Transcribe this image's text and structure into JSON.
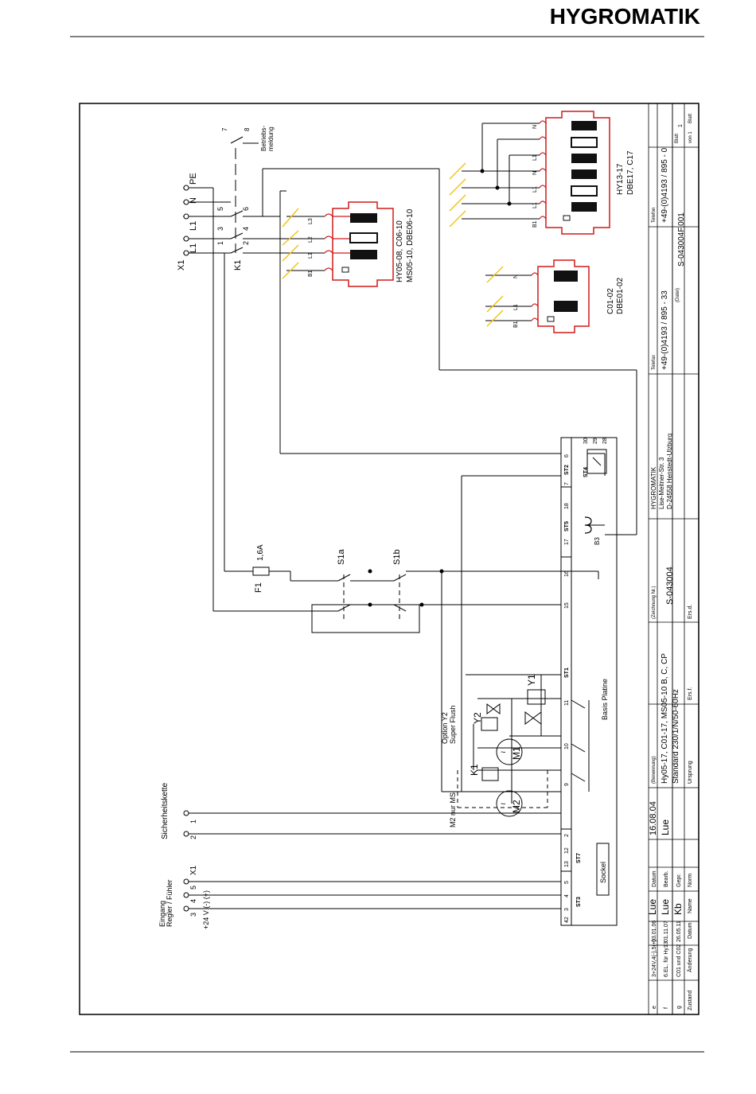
{
  "header": {
    "logo_text": "HYGROMATIK"
  },
  "colors": {
    "logo_green": "#5ba33b",
    "module_red": "#d11a1a",
    "line": "#000000",
    "hatch": "#f2c418"
  },
  "terminals": {
    "x1_label": "X1",
    "pe": "PE",
    "n": "N",
    "l1a": "L1",
    "l1b": "L1",
    "k1_label": "K1",
    "k1_nums": [
      "1",
      "2",
      "3",
      "4",
      "5",
      "6"
    ],
    "relay_nums": [
      "7",
      "8"
    ],
    "betrieb": [
      "Betriebs-",
      "meldung"
    ]
  },
  "modules": {
    "hy05": {
      "labels": [
        "HY05-08, C06-10",
        "MS05-10, DBE06-10"
      ],
      "pins": [
        "B1",
        "L1",
        "L2",
        "L3"
      ]
    },
    "c01": {
      "labels": [
        "C01-02",
        "DBE01-02"
      ],
      "pins": [
        "B1",
        "L1",
        "N"
      ]
    },
    "hy13": {
      "labels": [
        "HY13-17",
        "DBE17, C17"
      ],
      "pins": [
        "B1",
        "L1",
        "L1",
        "N",
        "L1",
        "N"
      ]
    }
  },
  "circuit": {
    "fuse": "F1",
    "fuse_rating": "1,6A",
    "s1a": "S1a",
    "s1b": "S1b",
    "b3": "B3",
    "st4": "ST4",
    "y1": "Y1",
    "y2": "Y2",
    "k1": "K1",
    "m1": "M1",
    "m2": "M2",
    "option": [
      "Option Y2",
      "Super Flush"
    ],
    "m2_note": "M2 nur MS",
    "basis": "Basis Platine",
    "sockel": "Sockel",
    "sicherheit": "Sicherheitskette",
    "sich_nums": [
      "2",
      "1"
    ],
    "eingang": [
      "Eingang",
      "Regler / Fühler"
    ],
    "eingang_nums": [
      "3",
      "4",
      "5"
    ],
    "eingang_x1": "X1",
    "eingang_volt": "+24 V (-) (+)"
  },
  "connectors": {
    "st2": "ST2",
    "st5": "ST5",
    "st1": "ST1",
    "st7": "ST7",
    "st3": "ST3",
    "nums": [
      "42",
      "3",
      "4",
      "5",
      "13",
      "12",
      "2",
      "9",
      "10",
      "11",
      "15",
      "16",
      "17",
      "18",
      "7",
      "6",
      "28",
      "29",
      "30"
    ]
  },
  "title_block": {
    "rev_rows": [
      {
        "z": "e",
        "change": "3+24V,4(-),5(+)",
        "date": "03.01.06",
        "name": "Lue"
      },
      {
        "z": "f",
        "change": "6.EL. für Hy13",
        "date": "01.11.07",
        "name": "Lue"
      },
      {
        "z": "g",
        "change": "C01 und C02",
        "date": "26.05.11",
        "name": "Kb"
      }
    ],
    "hdr": {
      "zustand": "Zustand",
      "aenderung": "Änderung",
      "datum": "Datum",
      "name": "Name"
    },
    "side": {
      "datum": "Datum",
      "bearb": "Bearb.",
      "gepr": "Gepr.",
      "norm": "Norm"
    },
    "date": "16.08.04",
    "bearb": "Lue",
    "benennung_lbl": "(Benennung)",
    "benennung": [
      "Hy05-17, C01-17, MS05-10 B, C, CP",
      "Standard 230/1/N/50-60Hz"
    ],
    "ursprung": "Ursprung",
    "ersf": "Ers.f.",
    "ersd": "Ers.d.",
    "zeich_lbl": "(Zeichnung Nr.)",
    "zeich_nr": "S-043004",
    "company": [
      "HYGROMATIK",
      "Lise-Meitner-Str. 3",
      "D-24558 Henstedt-Ulzburg"
    ],
    "telefax_lbl": "Telefax",
    "telefax": "+49-(0)4193 / 895 - 33",
    "datei_lbl": "(Datei)",
    "datei": "S-043004F.001",
    "telefon_lbl": "Telefon",
    "telefon": "+49-(0)4193 / 895 - 0",
    "blatt_lbl": "Blatt",
    "blatt": "1",
    "von": "von 1",
    "blatt2": "Blatt"
  }
}
